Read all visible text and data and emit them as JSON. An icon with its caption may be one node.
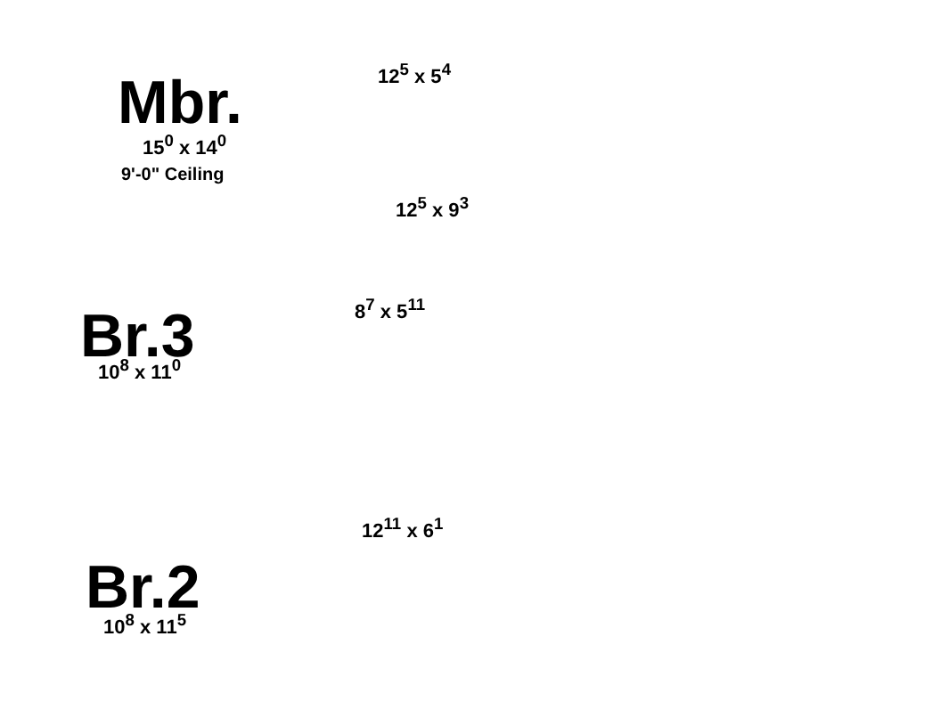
{
  "diagram": {
    "labels": [
      "12$^{5}$ x 5$^{4}$",
      "Mbr.",
      "15$^{0}$ x 14$^{0}$",
      "9'-0\" Ceiling",
      "12$^{5}$ x 9$^{3}$",
      "8$^{7}$ x 5$^{11}$",
      "Br.3",
      "10$^{8}$ x 11$^{0}$",
      "12$^{11}$ x 6$^{1}$",
      "Br.2",
      "10$^{8}$ x 11$^{5}$"
    ]
  }
}
